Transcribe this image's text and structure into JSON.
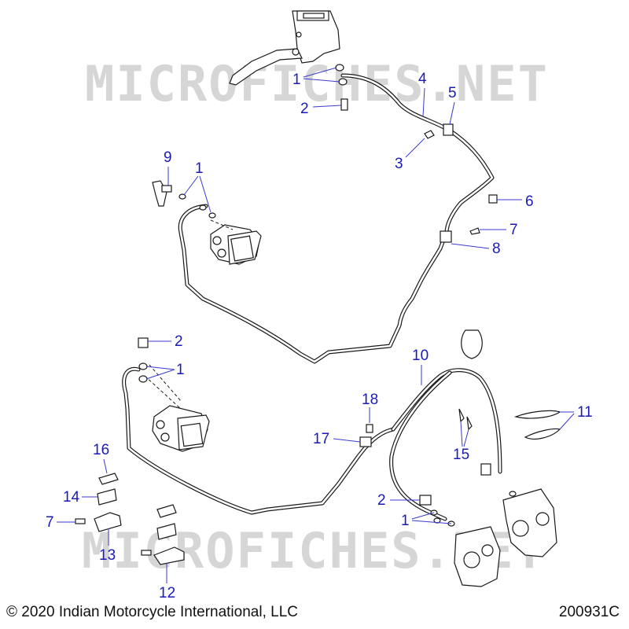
{
  "watermark": "MICROFICHES.NET",
  "copyright": "© 2020 Indian Motorcycle International, LLC",
  "drawing_number": "200931C",
  "callouts": [
    {
      "id": "c1a",
      "label": "1"
    },
    {
      "id": "c2a",
      "label": "2"
    },
    {
      "id": "c3",
      "label": "3"
    },
    {
      "id": "c4",
      "label": "4"
    },
    {
      "id": "c5",
      "label": "5"
    },
    {
      "id": "c6",
      "label": "6"
    },
    {
      "id": "c7a",
      "label": "7"
    },
    {
      "id": "c8",
      "label": "8"
    },
    {
      "id": "c9",
      "label": "9"
    },
    {
      "id": "c1b",
      "label": "1"
    },
    {
      "id": "c2b",
      "label": "2"
    },
    {
      "id": "c1c",
      "label": "1"
    },
    {
      "id": "c10",
      "label": "10"
    },
    {
      "id": "c11",
      "label": "11"
    },
    {
      "id": "c18",
      "label": "18"
    },
    {
      "id": "c17",
      "label": "17"
    },
    {
      "id": "c15",
      "label": "15"
    },
    {
      "id": "c16",
      "label": "16"
    },
    {
      "id": "c14",
      "label": "14"
    },
    {
      "id": "c7b",
      "label": "7"
    },
    {
      "id": "c13",
      "label": "13"
    },
    {
      "id": "c2c",
      "label": "2"
    },
    {
      "id": "c1d",
      "label": "1"
    },
    {
      "id": "c12",
      "label": "12"
    }
  ]
}
